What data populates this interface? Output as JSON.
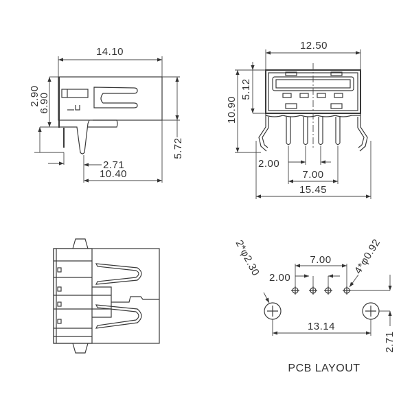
{
  "side_view": {
    "width": "14.10",
    "d1": "2.90",
    "d2": "6.90",
    "height": "5.72",
    "pin_offset": "2.71",
    "pin_to_back": "10.40"
  },
  "front_view": {
    "width": "12.50",
    "slot_height": "5.12",
    "total_height": "10.90",
    "pin_pitch": "2.00",
    "pin_span": "7.00",
    "tab_span": "15.45"
  },
  "pcb_layout": {
    "title": "PCB LAYOUT",
    "pin_span": "7.00",
    "pin_pitch": "2.00",
    "large_holes": "2*φ2.30",
    "small_holes": "4*φ0.92",
    "large_hole_span": "13.14",
    "offset": "2.71"
  }
}
